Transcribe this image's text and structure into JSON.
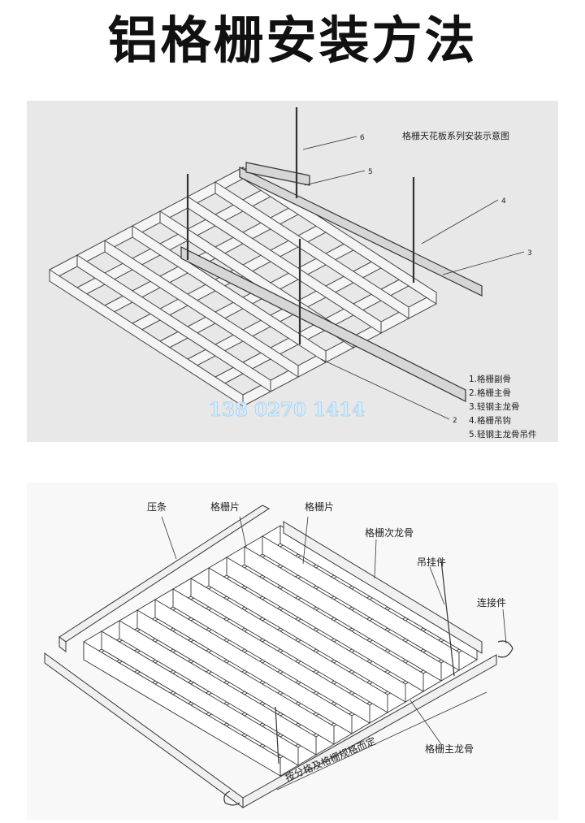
{
  "title": "铝格栅安装方法",
  "diagram1": {
    "caption": "格栅天花板系列安装示意图",
    "callouts": [
      "6",
      "5",
      "4",
      "3",
      "2"
    ],
    "legend": [
      "1.格栅副骨",
      "2.格栅主骨",
      "3.轻钢主龙骨",
      "4.格栅吊钩",
      "5.轻钢主龙骨吊件"
    ],
    "watermark": "138 0270 1414"
  },
  "diagram2": {
    "labels": {
      "press_strip": "压条",
      "grille_piece_1": "格栅片",
      "grille_piece_2": "格栅片",
      "secondary_keel": "格栅次龙骨",
      "hanger": "吊挂件",
      "connector": "连接件",
      "main_keel": "格栅主龙骨",
      "dimension_note": "按分格及格栅规格而定"
    }
  },
  "colors": {
    "panel1_bg": "#e8e8e8",
    "panel2_bg": "#f8f8f8",
    "line": "#333333",
    "watermark": "#8fc6ee"
  }
}
